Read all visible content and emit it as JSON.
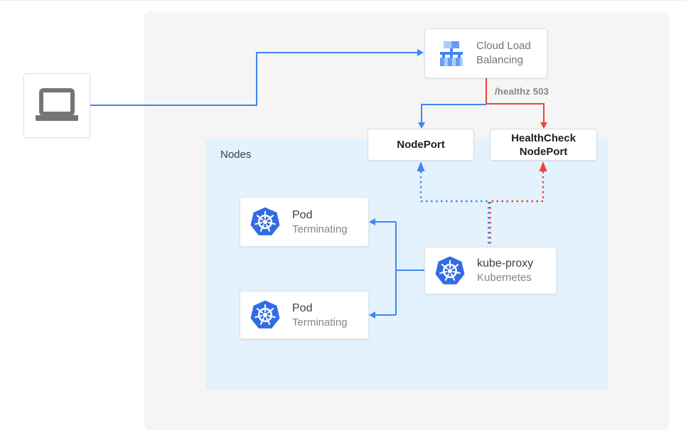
{
  "colors": {
    "traffic_blue": "#4285F4",
    "error_red": "#EA4335",
    "panel_gray": "#F5F5F5",
    "nodes_panel_blue": "#E3F2FD",
    "kubernetes_blue": "#326CE5",
    "text_dark": "#202124",
    "text_gray": "#80868B",
    "icon_gray": "#757575"
  },
  "icons": {
    "client": "laptop-icon",
    "load_balancer": "cloud-load-balancer-icon",
    "kubernetes": "kubernetes-helm-icon"
  },
  "cloud_load_balancing": {
    "label": "Cloud Load Balancing"
  },
  "healthz_badge": "/healthz 503",
  "nodeport": {
    "label": "NodePort"
  },
  "healthcheck_nodeport": {
    "label": "HealthCheck NodePort"
  },
  "nodes_panel": {
    "label": "Nodes"
  },
  "pods": [
    {
      "title": "Pod",
      "status": "Terminating"
    },
    {
      "title": "Pod",
      "status": "Terminating"
    }
  ],
  "kube_proxy": {
    "title": "kube-proxy",
    "subtitle": "Kubernetes"
  }
}
